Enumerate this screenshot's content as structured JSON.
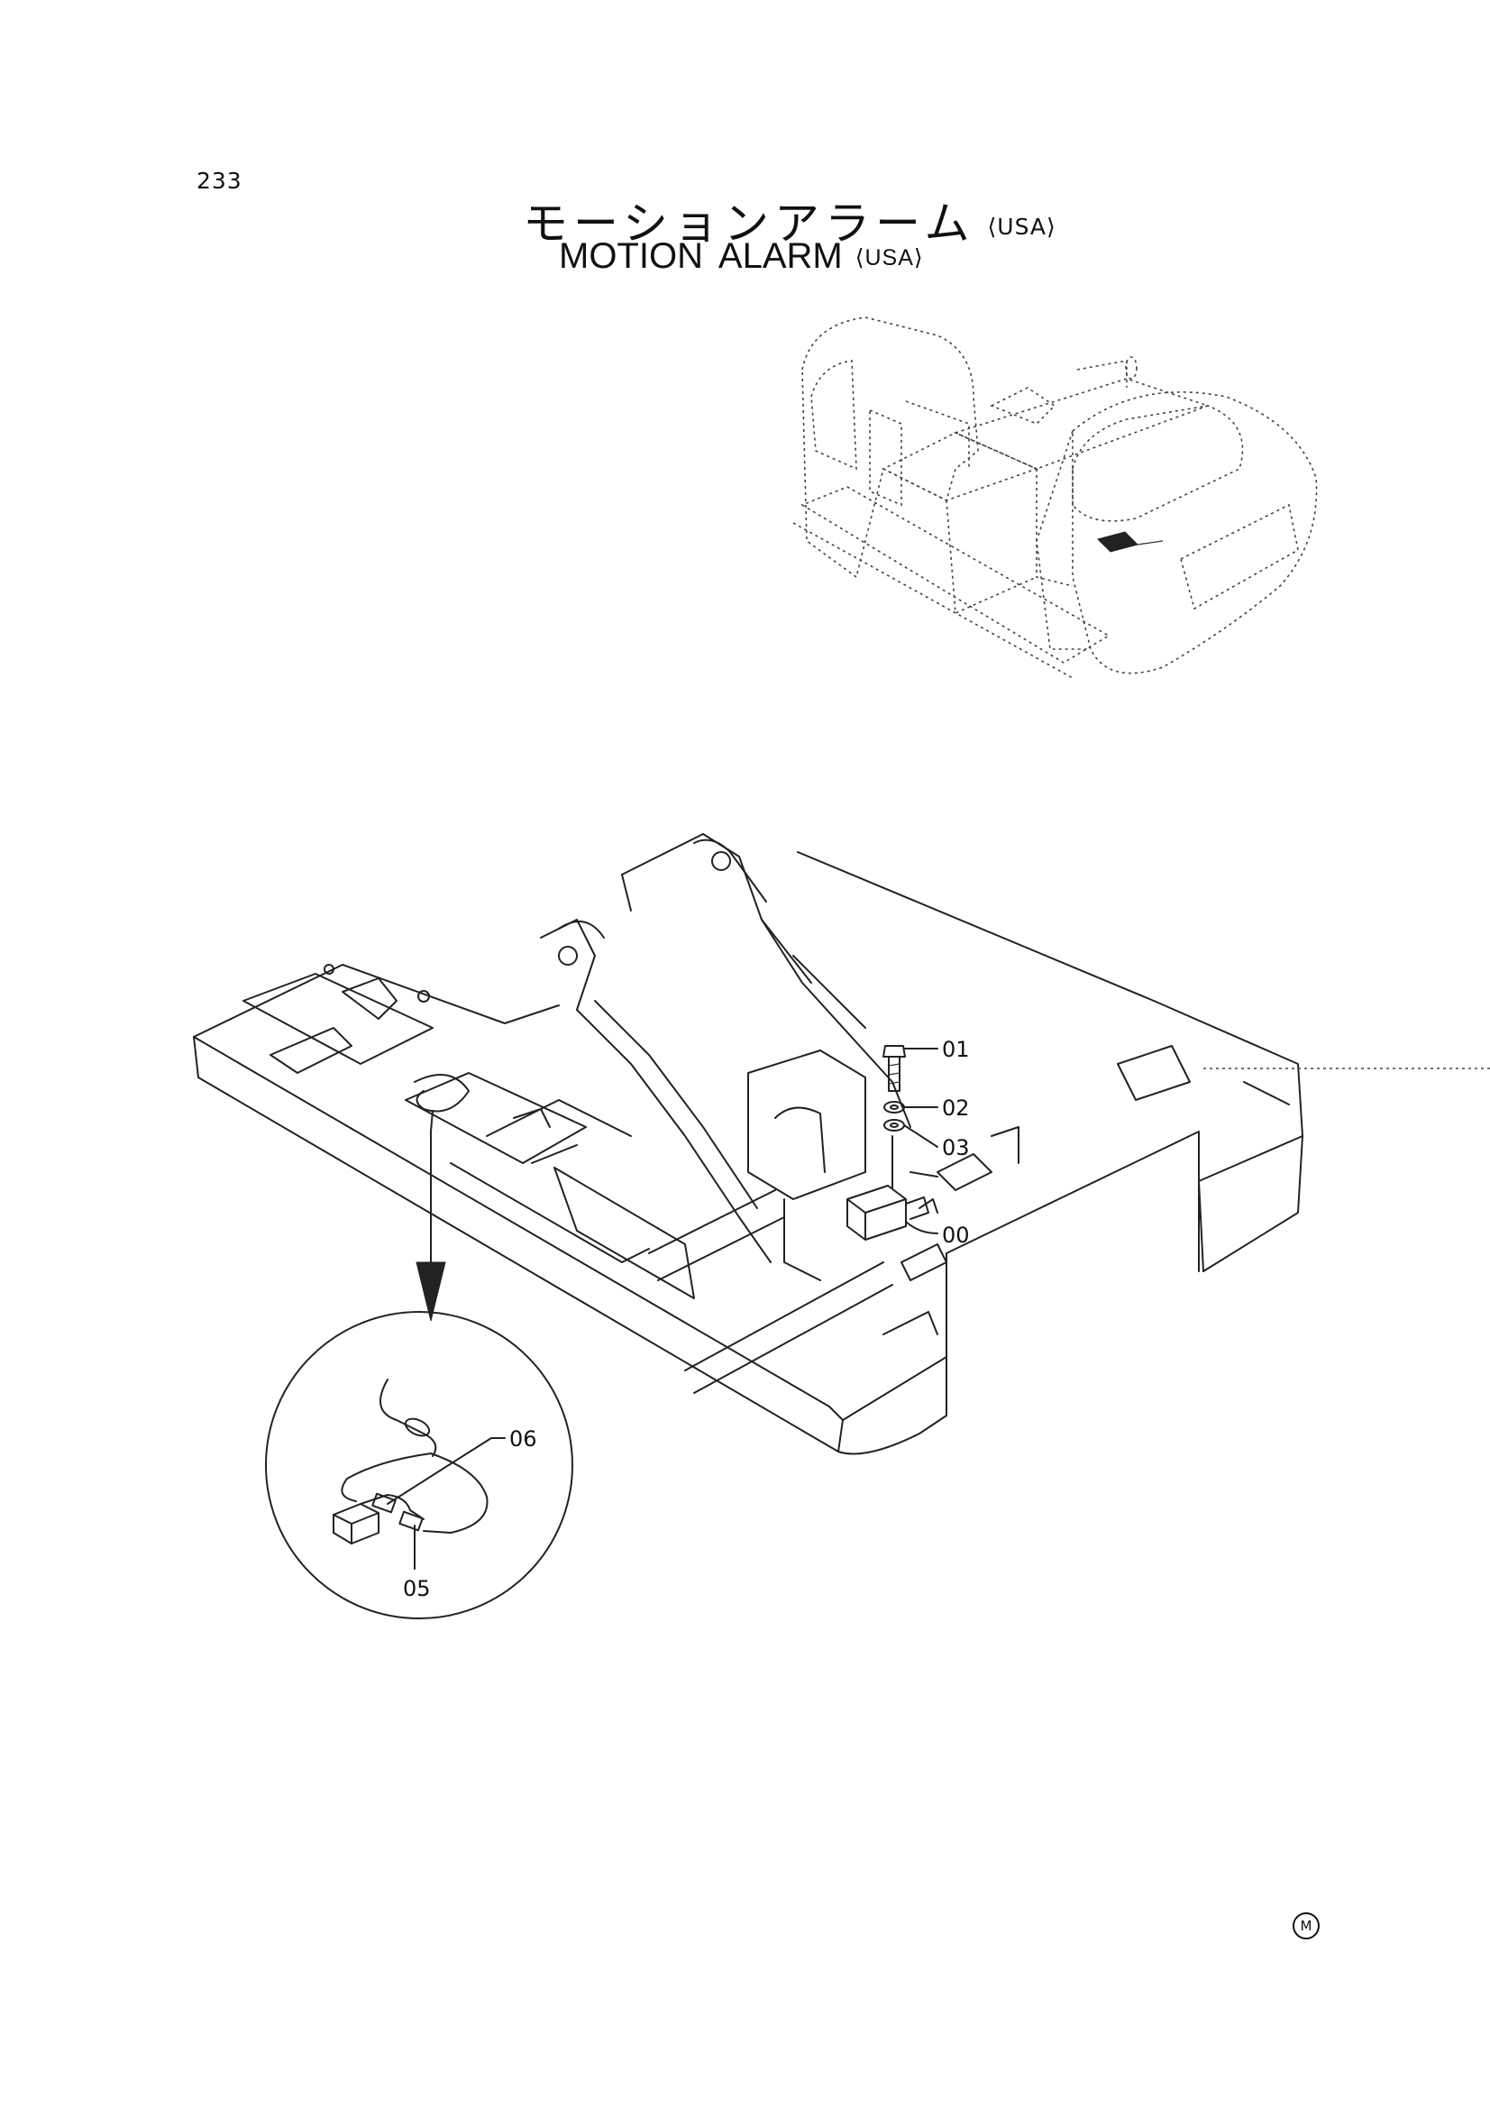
{
  "page": {
    "number": "233",
    "title_jp": "モーションアラーム",
    "title_en": "MOTION ALARM",
    "region": "USA",
    "corner_mark": "M"
  },
  "callouts": [
    {
      "id": "01"
    },
    {
      "id": "02"
    },
    {
      "id": "03"
    },
    {
      "id": "00"
    },
    {
      "id": "06"
    },
    {
      "id": "05"
    }
  ]
}
